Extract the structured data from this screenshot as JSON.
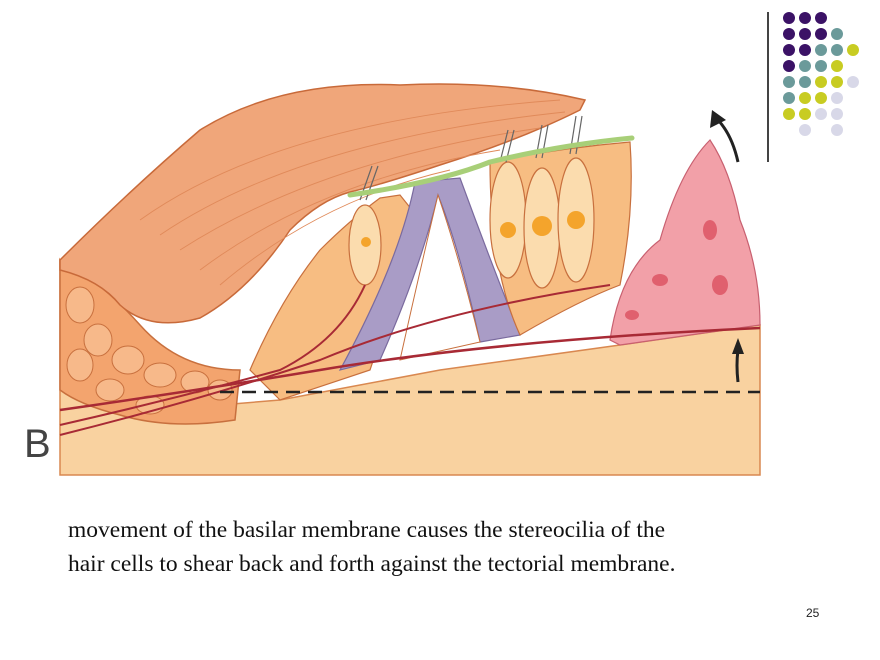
{
  "slide": {
    "panel_letter": "B",
    "caption_line1": "movement of the basilar membrane causes the stereocilia of the",
    "caption_line2": "hair cells to shear back and forth against the tectorial membrane.",
    "slide_number": "25"
  },
  "colors": {
    "purple": "#3b1266",
    "teal": "#6b9a9a",
    "lime": "#c8cc22",
    "lavender": "#d8d8e8",
    "tissue_light": "#f9d2a0",
    "tissue_orange": "#f3a46e",
    "tectorial": "#f0a67a",
    "nerve": "#a82a35",
    "pink_cell": "#f2a0a8",
    "stereocilia_tip": "#a8cf78",
    "pillar": "#a99cc6"
  },
  "decoration": {
    "dot_grid": [
      [
        "purple",
        "purple",
        "purple",
        null,
        null
      ],
      [
        "purple",
        "purple",
        "purple",
        "teal",
        null
      ],
      [
        "purple",
        "purple",
        "teal",
        "teal",
        "lime"
      ],
      [
        "purple",
        "teal",
        "teal",
        "lime",
        null
      ],
      [
        "teal",
        "teal",
        "lime",
        "lime",
        "lavender"
      ],
      [
        "teal",
        "lime",
        "lime",
        "lavender",
        null
      ],
      [
        "lime",
        "lime",
        "lavender",
        "lavender",
        null
      ],
      [
        null,
        "lavender",
        null,
        "lavender",
        null
      ]
    ]
  }
}
